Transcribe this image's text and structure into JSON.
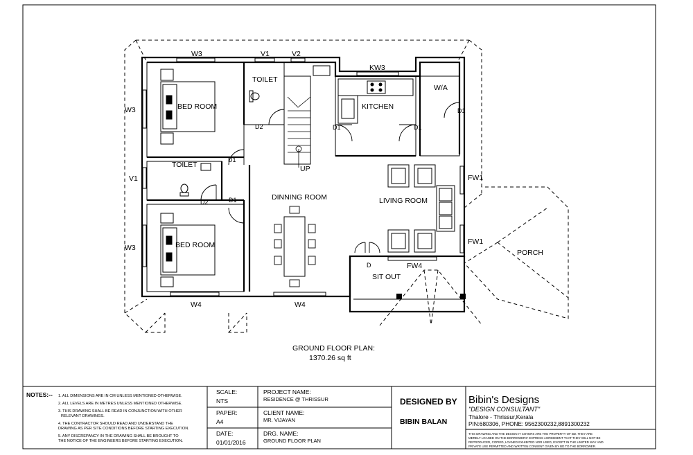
{
  "plan": {
    "title": "GROUND FLOOR PLAN:",
    "area": "1370.26 sq ft",
    "rooms": {
      "bed_room_1": "BED ROOM",
      "bed_room_2": "BED ROOM",
      "toilet_1": "TOILET",
      "toilet_2": "TOILET",
      "kitchen": "KITCHEN",
      "wa": "W/A",
      "dinning_room": "DINNING ROOM",
      "living_room": "LIVING ROOM",
      "sit_out": "SIT OUT",
      "porch": "PORCH",
      "up": "UP"
    },
    "tags": {
      "w3_top": "W3",
      "v1_top": "V1",
      "v2_top": "V2",
      "kw3": "KW3",
      "w3_left_1": "W3",
      "v1_left": "V1",
      "w3_left_2": "W3",
      "w4_bottom_1": "W4",
      "w4_bottom_2": "W4",
      "fw1_1": "FW1",
      "fw1_2": "FW1",
      "fw4": "FW4",
      "d1_toilet": "D1",
      "d1_bed2": "D1",
      "d1_kitchen": "D1",
      "d1_store": "D1",
      "d1_wa": "D1",
      "d2_toilet1": "D2",
      "d2_toilet2": "D2",
      "d_sitout": "D"
    }
  },
  "title_block": {
    "notes_label": "NOTES:--",
    "notes": [
      "1. ALL DIMENSIONS ARE IN CM UNLESS MENTIONED OTHERWISE.",
      "2. ALL LEVELS ARE IN METRES UNLESS MENTIONED OTHERWISE.",
      "3. THIS DRAWING SHALL BE READ IN CONJUNCTION WITH OTHER",
      "RELEVANT DRAWINGS.",
      "4. THE CONTRACTOR SHOULD READ AND UNDERSTAND THE",
      "DRAWING AS PER SITE CONDITIONS BEFORE STARTING EXECUTION.",
      "5. ANY DISCREPANCY IN THE DRAWING SHALL BE BROUGHT TO",
      "THE NOTICE OF THE ENGINEERS BEFORE STARTING EXECUTION."
    ],
    "scale_label": "SCALE:",
    "scale_value": "NTS",
    "paper_label": "PAPER:",
    "paper_value": "A4",
    "date_label": "DATE:",
    "date_value": "01/01/2016",
    "project_label": "PROJECT NAME:",
    "project_value": "RESIDENCE @ THRISSUR",
    "client_label": "CLIENT NAME:",
    "client_value": "MR. VIJAYAN",
    "drg_label": "DRG. NAME:",
    "drg_value": "GROUND FLOOR PLAN",
    "designed_by_label": "DESIGNED BY",
    "designer_name": "BIBIN BALAN",
    "firm_name": "Bibin's Designs",
    "firm_subtitle": "\"DESIGN CONSULTANT\"",
    "firm_address": "Thalore - Thrissur,Kerala",
    "firm_contact": "PIN:680306, PHONE: 9562300232,8891300232",
    "disclaimer": [
      "THIS DRAWING AND THE DESIGN IT COVERS ARE THE PROPERTY OF BD. THEY ARE",
      "MERELY LOANED ON THE BORROWERS' EXPRESS AGREEMENT THAT THEY WILL NOT BE",
      "REPRODUCED, COPIED, LOANED EXHIBITED NOR USED, EXCEPT IN THE LIMITED WAY AND",
      "PRIVATE USE PERMITTED AND WRITTEN CONSENT GIVEN BY BD TO THE BORROWER."
    ]
  }
}
